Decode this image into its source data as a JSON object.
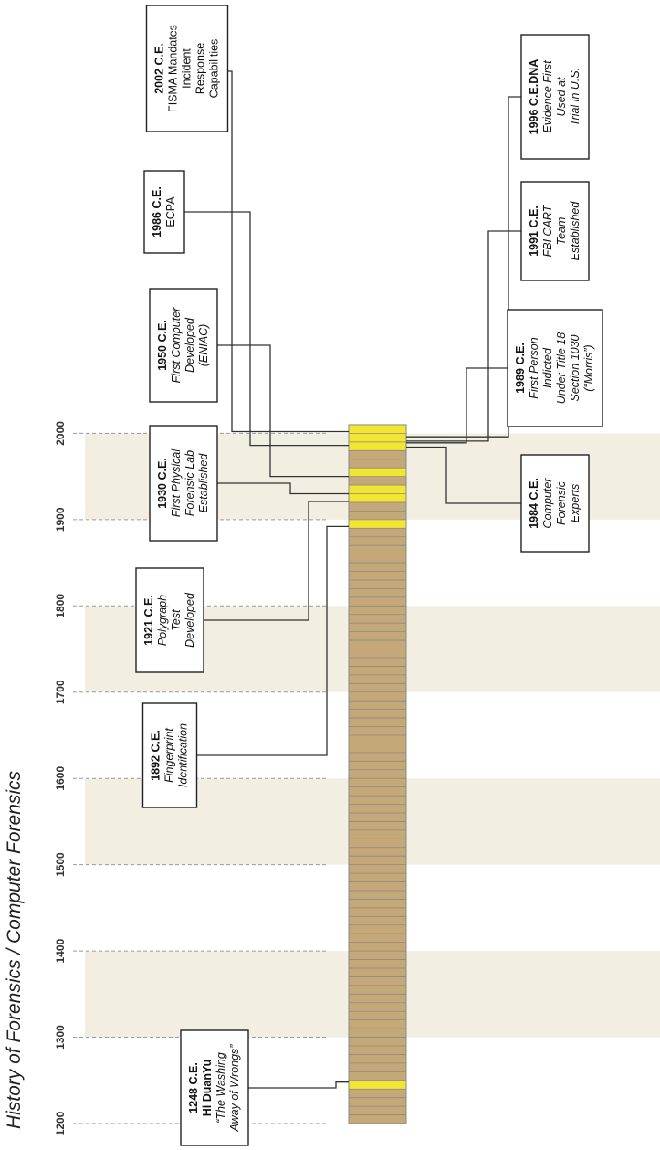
{
  "title": "History of Forensics / Computer Forensics",
  "timeline": {
    "start_year": 1200,
    "end_year": 2010,
    "bar_color": "#c4a878",
    "highlight_color": "#f2e633",
    "band_color": "#f3eee2",
    "century_labels": [
      "1200",
      "1300",
      "1400",
      "1500",
      "1600",
      "1700",
      "1800",
      "1900",
      "2000"
    ]
  },
  "events": [
    {
      "year": 1248,
      "side": "left",
      "lines": [
        {
          "t": "1248 C.E.",
          "s": "b"
        },
        {
          "t": "Hi DuanYu",
          "s": "b"
        },
        {
          "t": "“The Washing",
          "s": "i"
        },
        {
          "t": "Away of Wrongs”",
          "s": "i"
        }
      ]
    },
    {
      "year": 1892,
      "side": "left",
      "lines": [
        {
          "t": "1892 C.E.",
          "s": "b"
        },
        {
          "t": "Fingerprint",
          "s": "i"
        },
        {
          "t": "Identification",
          "s": "i"
        }
      ]
    },
    {
      "year": 1921,
      "side": "left",
      "lines": [
        {
          "t": "1921 C.E.",
          "s": "b"
        },
        {
          "t": "Polygraph",
          "s": "i"
        },
        {
          "t": "Test",
          "s": "i"
        },
        {
          "t": "Developed",
          "s": "i"
        }
      ]
    },
    {
      "year": 1930,
      "side": "left",
      "lines": [
        {
          "t": "1930 C.E.",
          "s": "b"
        },
        {
          "t": "First Physical",
          "s": "i"
        },
        {
          "t": "Forensic Lab",
          "s": "i"
        },
        {
          "t": "Established",
          "s": "i"
        }
      ]
    },
    {
      "year": 1950,
      "side": "left",
      "lines": [
        {
          "t": "1950 C.E.",
          "s": "b"
        },
        {
          "t": "First Computer",
          "s": "i"
        },
        {
          "t": "Developed",
          "s": "i"
        },
        {
          "t": "(ENIAC)",
          "s": "i"
        }
      ]
    },
    {
      "year": 1986,
      "side": "left",
      "lines": [
        {
          "t": "1986 C.E.",
          "s": "b"
        },
        {
          "t": "ECPA",
          "s": "n"
        }
      ]
    },
    {
      "year": 2002,
      "side": "left",
      "lines": [
        {
          "t": "2002 C.E.",
          "s": "b"
        },
        {
          "t": "FISMA Mandates",
          "s": "n"
        },
        {
          "t": "Incident",
          "s": "n"
        },
        {
          "t": "Response",
          "s": "n"
        },
        {
          "t": "Capabilities",
          "s": "n"
        }
      ]
    },
    {
      "year": 1984,
      "side": "right",
      "lines": [
        {
          "t": "1984 C.E.",
          "s": "b"
        },
        {
          "t": "Computer",
          "s": "i"
        },
        {
          "t": "Forensic",
          "s": "i"
        },
        {
          "t": "Experts",
          "s": "i"
        }
      ]
    },
    {
      "year": 1989,
      "side": "right",
      "lines": [
        {
          "t": "1989 C.E.",
          "s": "b"
        },
        {
          "t": "First Person",
          "s": "i"
        },
        {
          "t": "Indicted",
          "s": "i"
        },
        {
          "t": "Under Title 18",
          "s": "i"
        },
        {
          "t": "Section 1030",
          "s": "i"
        },
        {
          "t": "(“Morris”)",
          "s": "i"
        }
      ]
    },
    {
      "year": 1991,
      "side": "right",
      "lines": [
        {
          "t": "1991 C.E.",
          "s": "b"
        },
        {
          "t": "FBI CART",
          "s": "i"
        },
        {
          "t": "Team",
          "s": "i"
        },
        {
          "t": "Established",
          "s": "i"
        }
      ]
    },
    {
      "year": 1996,
      "side": "right",
      "lines": [
        {
          "t": "1996 C.E.DNA",
          "s": "b"
        },
        {
          "t": "Evidence First",
          "s": "i"
        },
        {
          "t": "Used at",
          "s": "i"
        },
        {
          "t": "Trial in U.S.",
          "s": "i"
        }
      ]
    }
  ]
}
